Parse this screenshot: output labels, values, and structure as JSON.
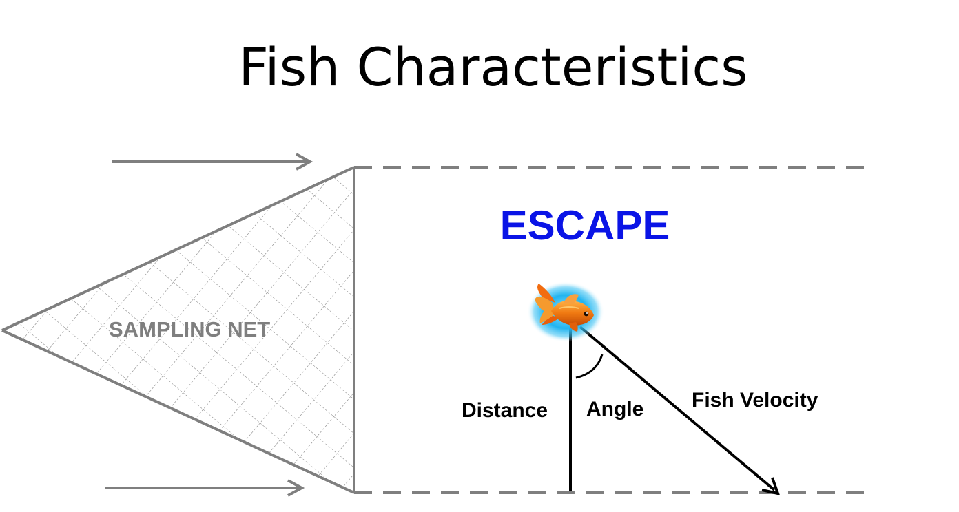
{
  "slide": {
    "title": "Fish Characteristics"
  },
  "diagram": {
    "net_label": "SAMPLING NET",
    "escape_label": "ESCAPE",
    "distance_label": "Distance",
    "angle_label": "Angle",
    "velocity_label": "Fish Velocity",
    "escape_color": "#0a14e6",
    "line_color": "#7f7f7f",
    "icons": [
      "flow-arrow-icon",
      "goldfish-icon",
      "velocity-arrow-icon"
    ]
  }
}
